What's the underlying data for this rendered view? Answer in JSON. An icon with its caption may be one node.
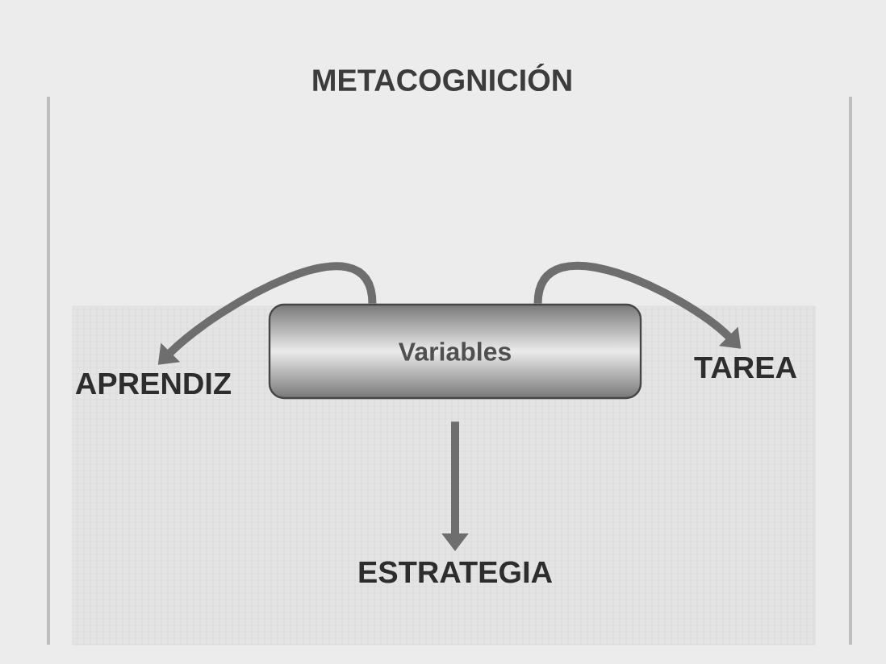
{
  "diagram": {
    "title": "METACOGNICIÓN",
    "nodes": [
      {
        "text": [
          "Variables"
        ]
      },
      {
        "text": [
          "APRENDIZ"
        ]
      },
      {
        "text": [
          "TAREA"
        ]
      },
      {
        "text": [
          "ESTRATEGIA"
        ]
      }
    ],
    "edges": [
      {
        "from": 0,
        "to": 1,
        "arrow": "to"
      },
      {
        "from": 0,
        "to": 2,
        "arrow": "to"
      },
      {
        "from": 0,
        "to": 3,
        "arrow": "to"
      }
    ]
  }
}
